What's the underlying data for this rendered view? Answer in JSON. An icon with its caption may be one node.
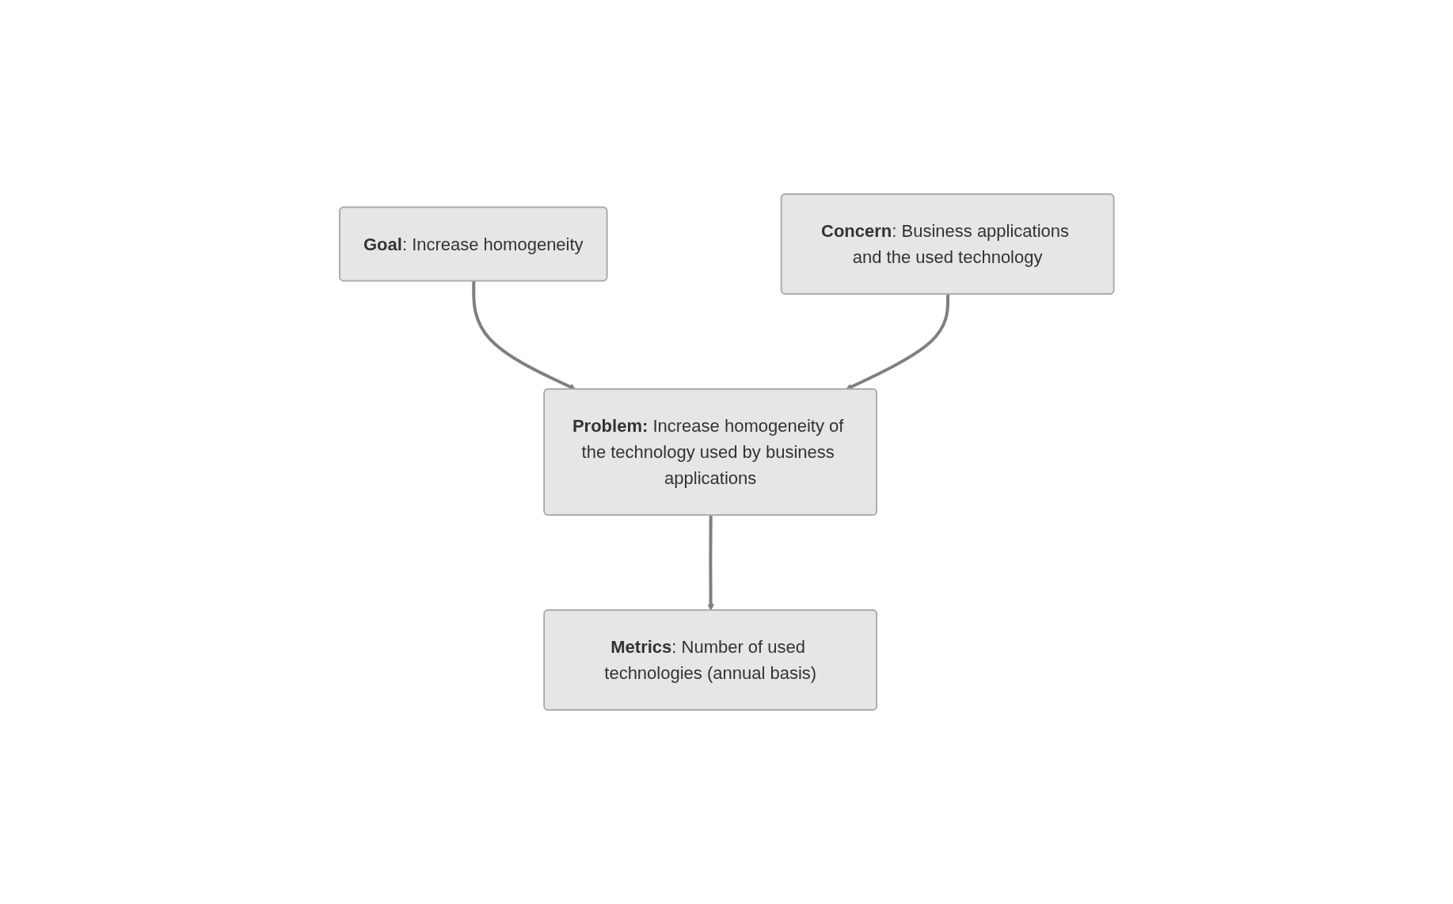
{
  "diagram": {
    "nodes": [
      {
        "text": [
          "**Goal**: Increase homogeneity"
        ]
      },
      {
        "text": [
          "**Concern**: Business applications and the used technology"
        ]
      },
      {
        "text": [
          "**Problem:** Increase homogeneity of the technology used by business applications"
        ]
      },
      {
        "text": [
          "**Metrics**: Number of used technologies (annual basis)"
        ]
      }
    ],
    "edges": [
      {
        "from": 0,
        "to": 2,
        "arrow": "to"
      },
      {
        "from": 1,
        "to": 2,
        "arrow": "to"
      },
      {
        "from": 2,
        "to": 3,
        "arrow": "to"
      }
    ]
  }
}
